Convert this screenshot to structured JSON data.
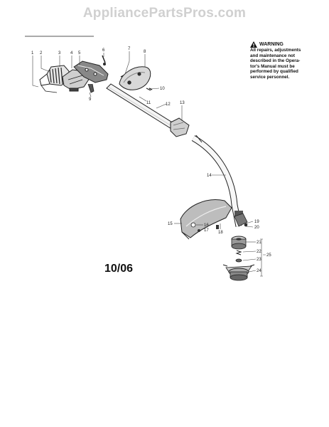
{
  "header": {
    "site_title": "AppliancePartsPros.com"
  },
  "warning": {
    "heading": "WARNING",
    "icon": "warning-triangle-icon",
    "lines": [
      "All repairs, adjustments",
      "and maintenance not",
      "described in the Opera-",
      "tor's Manual must be",
      "performed by qualified",
      "service personnel."
    ]
  },
  "date_code": "10/06",
  "callouts": [
    "1",
    "2",
    "3",
    "4",
    "5",
    "6",
    "7",
    "8",
    "9",
    "10",
    "11",
    "12",
    "13",
    "14",
    "15",
    "16",
    "17",
    "18",
    "19",
    "20",
    "21",
    "22",
    "23",
    "24",
    "25"
  ],
  "parts": [
    "engine-assembly",
    "recoil-housing",
    "throttle-housing",
    "handle-cover",
    "drive-shaft-tube-upper",
    "shaft-coupler",
    "flex-shaft-tube-lower",
    "debris-shield",
    "gear-head",
    "spool-cap",
    "spool",
    "trimmer-head"
  ]
}
